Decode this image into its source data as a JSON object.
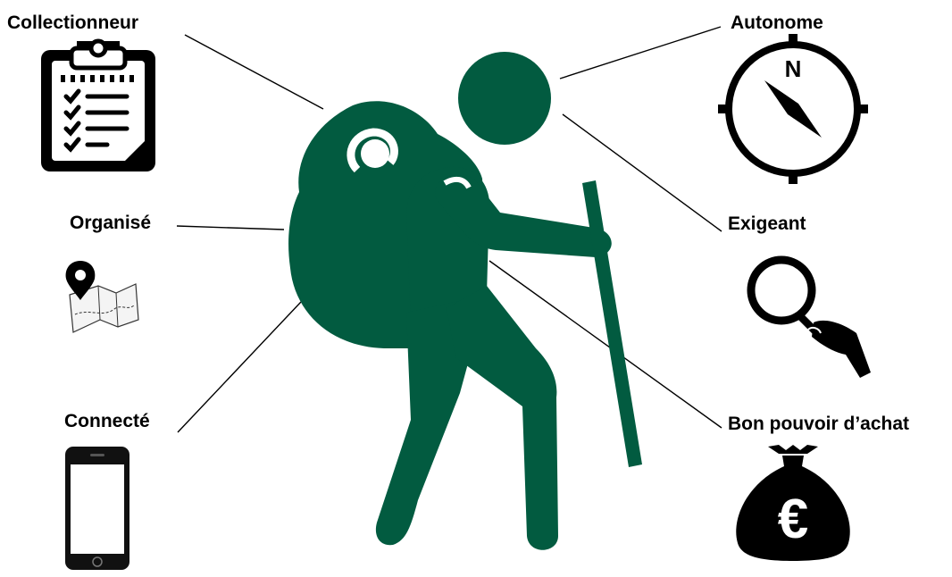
{
  "diagram": {
    "traits": [
      {
        "key": "collectionneur",
        "label": "Collectionneur",
        "icon": "clipboard-checklist-icon"
      },
      {
        "key": "organise",
        "label": "Organisé",
        "icon": "map-pin-icon"
      },
      {
        "key": "connecte",
        "label": "Connecté",
        "icon": "smartphone-icon"
      },
      {
        "key": "autonome",
        "label": "Autonome",
        "icon": "compass-icon",
        "icon_text": "N"
      },
      {
        "key": "exigeant",
        "label": "Exigeant",
        "icon": "magnifying-glass-icon"
      },
      {
        "key": "bonpouvoir",
        "label": "Bon pouvoir d’achat",
        "icon": "money-bag-icon",
        "icon_text": "€"
      }
    ],
    "central_figure": {
      "icon": "hiker-icon",
      "color": "#025B40"
    },
    "connector_color": "#000000",
    "icon_color": "#000000"
  }
}
